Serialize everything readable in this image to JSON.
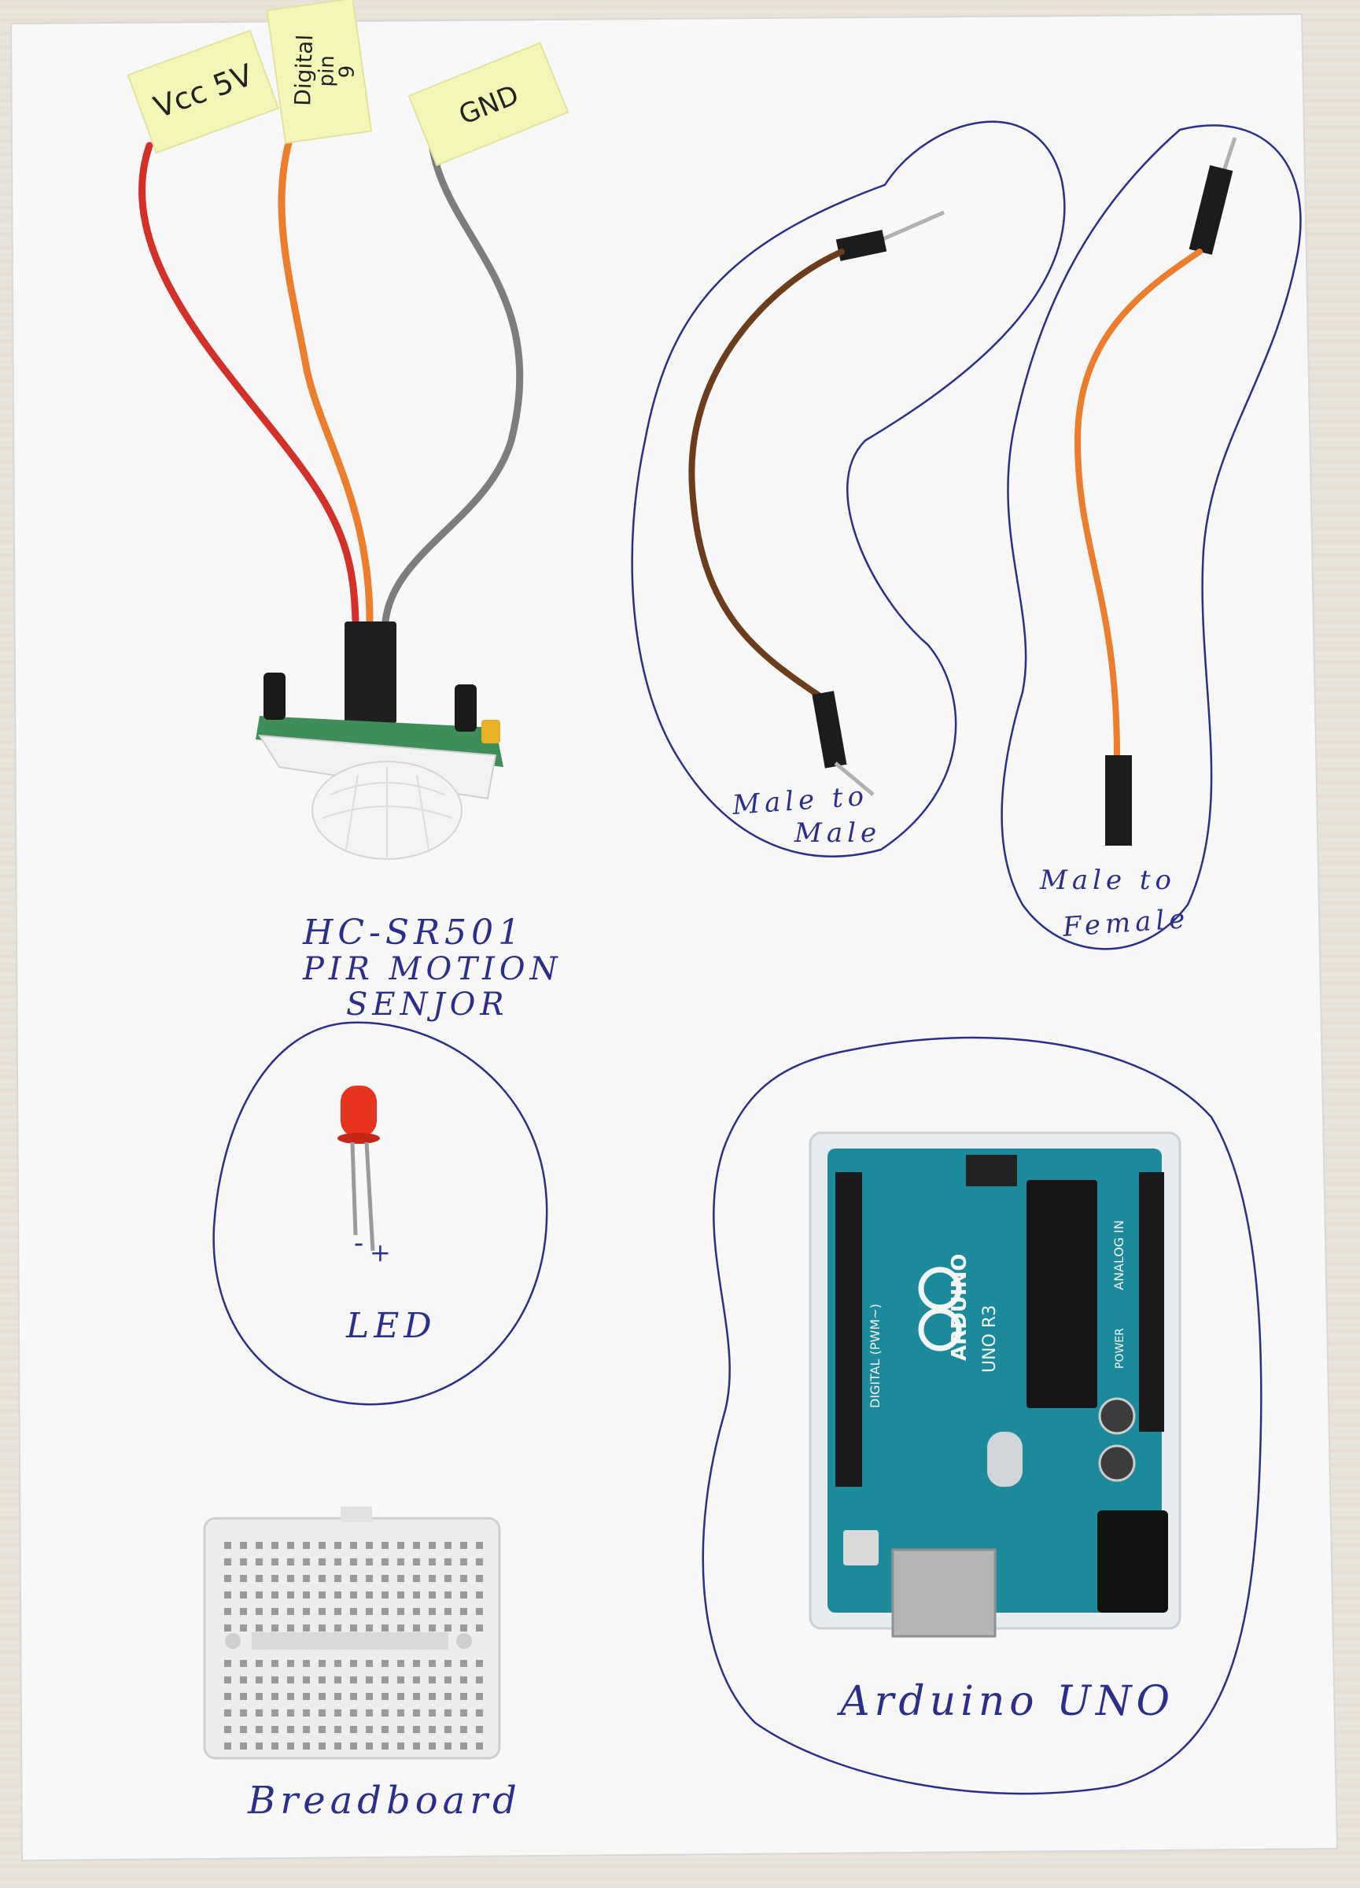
{
  "labels": {
    "vcc": "Vcc 5V",
    "digital_line1": "Digital",
    "digital_line2": "pin",
    "digital_line3": "9",
    "gnd": "GND",
    "male_to_male_line1": "Male to",
    "male_to_male_line2": "Male",
    "male_to_female_line1": "Male to",
    "male_to_female_line2": "Female",
    "sensor_line1": "HC-SR501",
    "sensor_line2": "PIR MOTION",
    "sensor_line3": "SENJOR",
    "led": "LED",
    "led_minus": "-",
    "led_plus": "+",
    "arduino": "Arduino UNO",
    "breadboard": "Breadboard"
  },
  "board_text": {
    "brand": "ARDUINO",
    "model": "UNO R3",
    "digital": "DIGITAL (PWM~)",
    "analog": "ANALOG IN",
    "power": "POWER"
  },
  "colors": {
    "paper": "#f8f8f9",
    "ink": "#2a2f8c",
    "wire_red": "#d3302a",
    "wire_orange": "#ec7d2c",
    "wire_gray": "#7d7d7d",
    "wire_brown": "#6b3d1c",
    "sticky_note": "#f4f6b8",
    "arduino_teal": "#1c8a9a",
    "led_red": "#e8331f"
  }
}
